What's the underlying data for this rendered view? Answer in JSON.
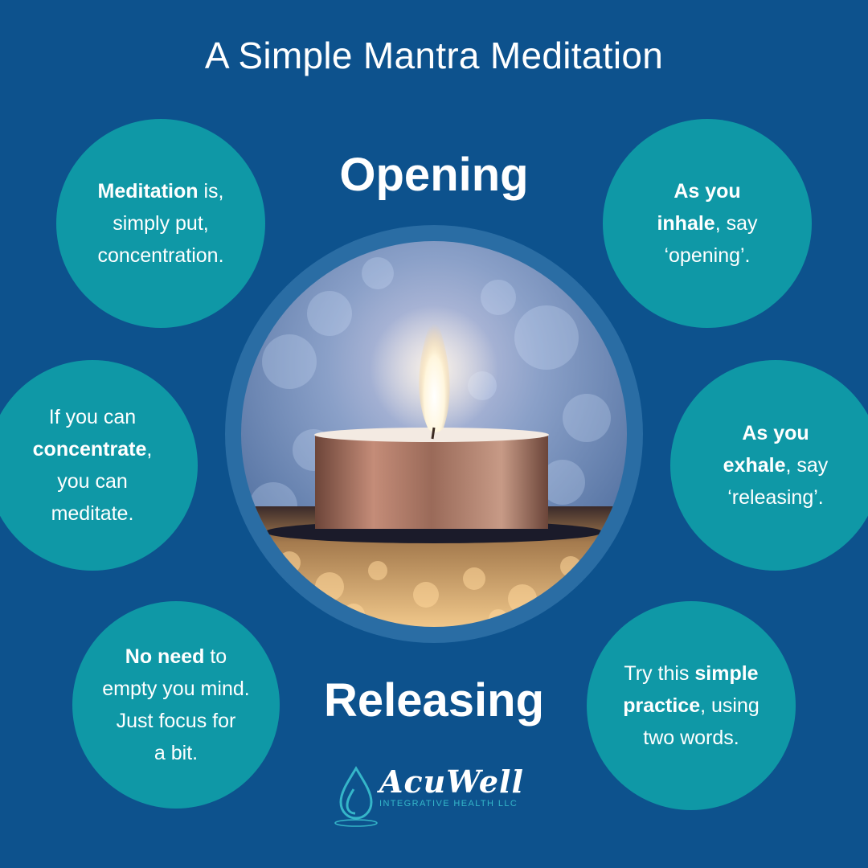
{
  "title": "A Simple Mantra Meditation",
  "center_words": {
    "top": "Opening",
    "bottom": "Releasing"
  },
  "bubbles": {
    "b1": {
      "lines": [
        [
          {
            "t": "Meditation",
            "b": true
          },
          {
            "t": " is,",
            "b": false
          }
        ],
        [
          {
            "t": "simply put,",
            "b": false
          }
        ],
        [
          {
            "t": "concentration.",
            "b": false
          }
        ]
      ]
    },
    "b2": {
      "lines": [
        [
          {
            "t": "If you can",
            "b": false
          }
        ],
        [
          {
            "t": "concentrate",
            "b": true
          },
          {
            "t": ",",
            "b": false
          }
        ],
        [
          {
            "t": "you can",
            "b": false
          }
        ],
        [
          {
            "t": "meditate.",
            "b": false
          }
        ]
      ]
    },
    "b3": {
      "lines": [
        [
          {
            "t": "No need",
            "b": true
          },
          {
            "t": " to",
            "b": false
          }
        ],
        [
          {
            "t": "empty you mind.",
            "b": false
          }
        ],
        [
          {
            "t": "Just focus for",
            "b": false
          }
        ],
        [
          {
            "t": "a bit.",
            "b": false
          }
        ]
      ]
    },
    "b4": {
      "lines": [
        [
          {
            "t": "As you",
            "b": true
          }
        ],
        [
          {
            "t": "inhale",
            "b": true
          },
          {
            "t": ", say",
            "b": false
          }
        ],
        [
          {
            "t": "‘opening’.",
            "b": false
          }
        ]
      ]
    },
    "b5": {
      "lines": [
        [
          {
            "t": "As you",
            "b": true
          }
        ],
        [
          {
            "t": "exhale",
            "b": true
          },
          {
            "t": ", say",
            "b": false
          }
        ],
        [
          {
            "t": "‘releasing’.",
            "b": false
          }
        ]
      ]
    },
    "b6": {
      "lines": [
        [
          {
            "t": "Try this ",
            "b": false
          },
          {
            "t": "simple",
            "b": true
          }
        ],
        [
          {
            "t": "practice",
            "b": true
          },
          {
            "t": ", using",
            "b": false
          }
        ],
        [
          {
            "t": "two words.",
            "b": false
          }
        ]
      ]
    }
  },
  "logo": {
    "name": "AcuWell",
    "subtitle": "INTEGRATIVE HEALTH LLC"
  },
  "colors": {
    "background": "#0d528d",
    "bubble": "#0f98a6",
    "ring": "#2a6da4",
    "logo_accent": "#35b6c9"
  }
}
